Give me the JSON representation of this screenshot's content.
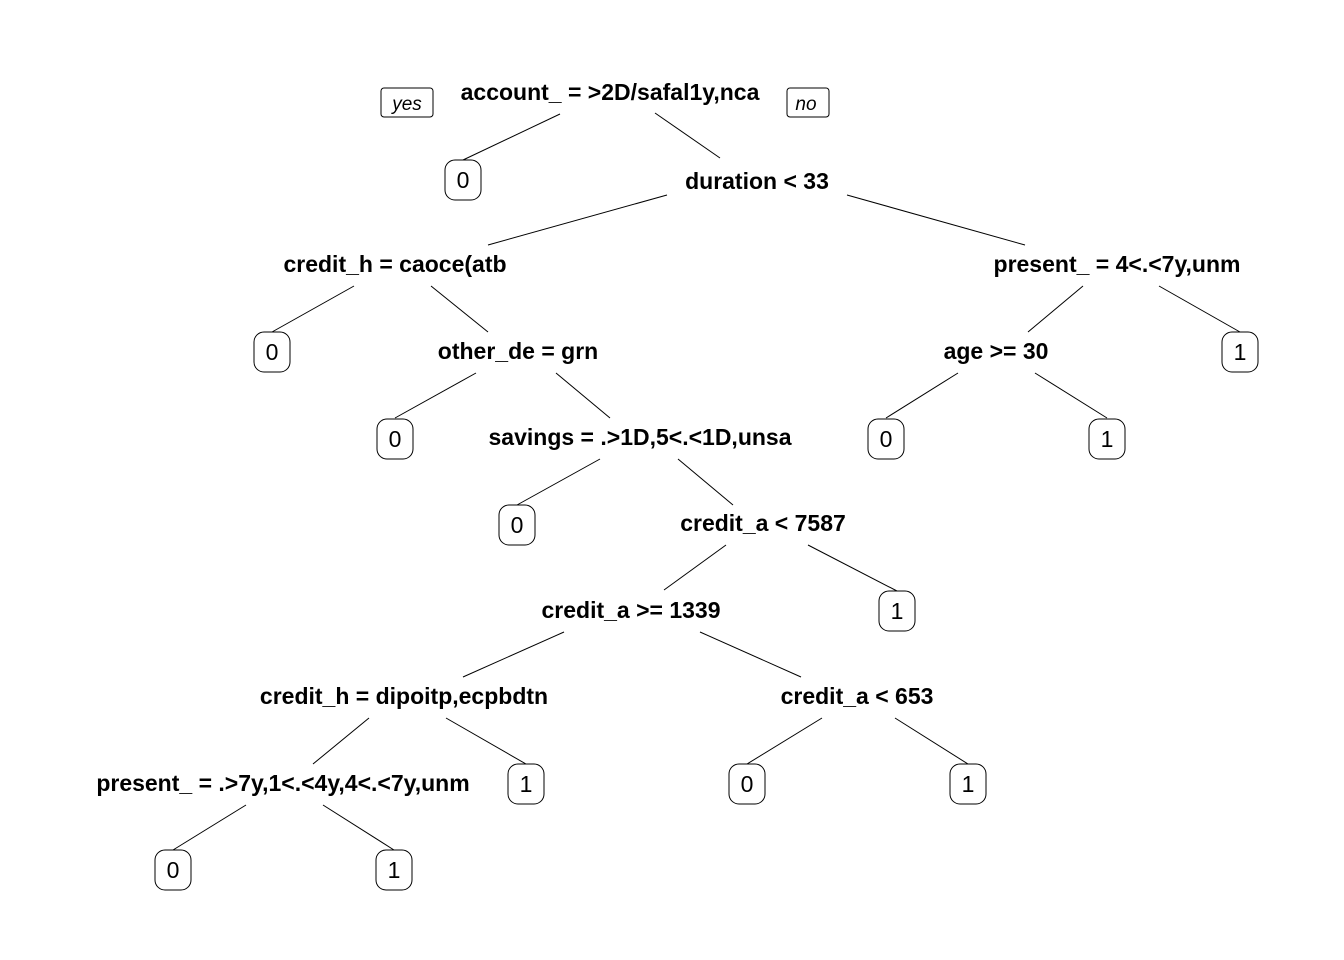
{
  "tree": {
    "yes_label": "yes",
    "no_label": "no",
    "nodes": [
      {
        "id": "n1",
        "type": "split",
        "label": "account_ = >2D/safal1y,nca"
      },
      {
        "id": "l1",
        "type": "leaf",
        "label": "0"
      },
      {
        "id": "n2",
        "type": "split",
        "label": "duration < 33"
      },
      {
        "id": "n3",
        "type": "split",
        "label": "credit_h = caoce(atb"
      },
      {
        "id": "l2",
        "type": "leaf",
        "label": "0"
      },
      {
        "id": "n4",
        "type": "split",
        "label": "other_de = grn"
      },
      {
        "id": "l3",
        "type": "leaf",
        "label": "0"
      },
      {
        "id": "n5",
        "type": "split",
        "label": "savings = .>1D,5<.<1D,unsa"
      },
      {
        "id": "l4",
        "type": "leaf",
        "label": "0"
      },
      {
        "id": "n6",
        "type": "split",
        "label": "credit_a < 7587"
      },
      {
        "id": "l5",
        "type": "leaf",
        "label": "1"
      },
      {
        "id": "n7",
        "type": "split",
        "label": "credit_a >= 1339"
      },
      {
        "id": "n8",
        "type": "split",
        "label": "credit_h = dipoitp,ecpbdtn"
      },
      {
        "id": "l6",
        "type": "leaf",
        "label": "1"
      },
      {
        "id": "n9",
        "type": "split",
        "label": "present_ = .>7y,1<.<4y,4<.<7y,unm"
      },
      {
        "id": "l7",
        "type": "leaf",
        "label": "0"
      },
      {
        "id": "l8",
        "type": "leaf",
        "label": "1"
      },
      {
        "id": "n10",
        "type": "split",
        "label": "credit_a < 653"
      },
      {
        "id": "l9",
        "type": "leaf",
        "label": "0"
      },
      {
        "id": "l10",
        "type": "leaf",
        "label": "1"
      },
      {
        "id": "n11",
        "type": "split",
        "label": "present_ = 4<.<7y,unm"
      },
      {
        "id": "l11",
        "type": "leaf",
        "label": "1"
      },
      {
        "id": "n12",
        "type": "split",
        "label": "age >= 30"
      },
      {
        "id": "l12",
        "type": "leaf",
        "label": "0"
      },
      {
        "id": "l13",
        "type": "leaf",
        "label": "1"
      }
    ]
  }
}
